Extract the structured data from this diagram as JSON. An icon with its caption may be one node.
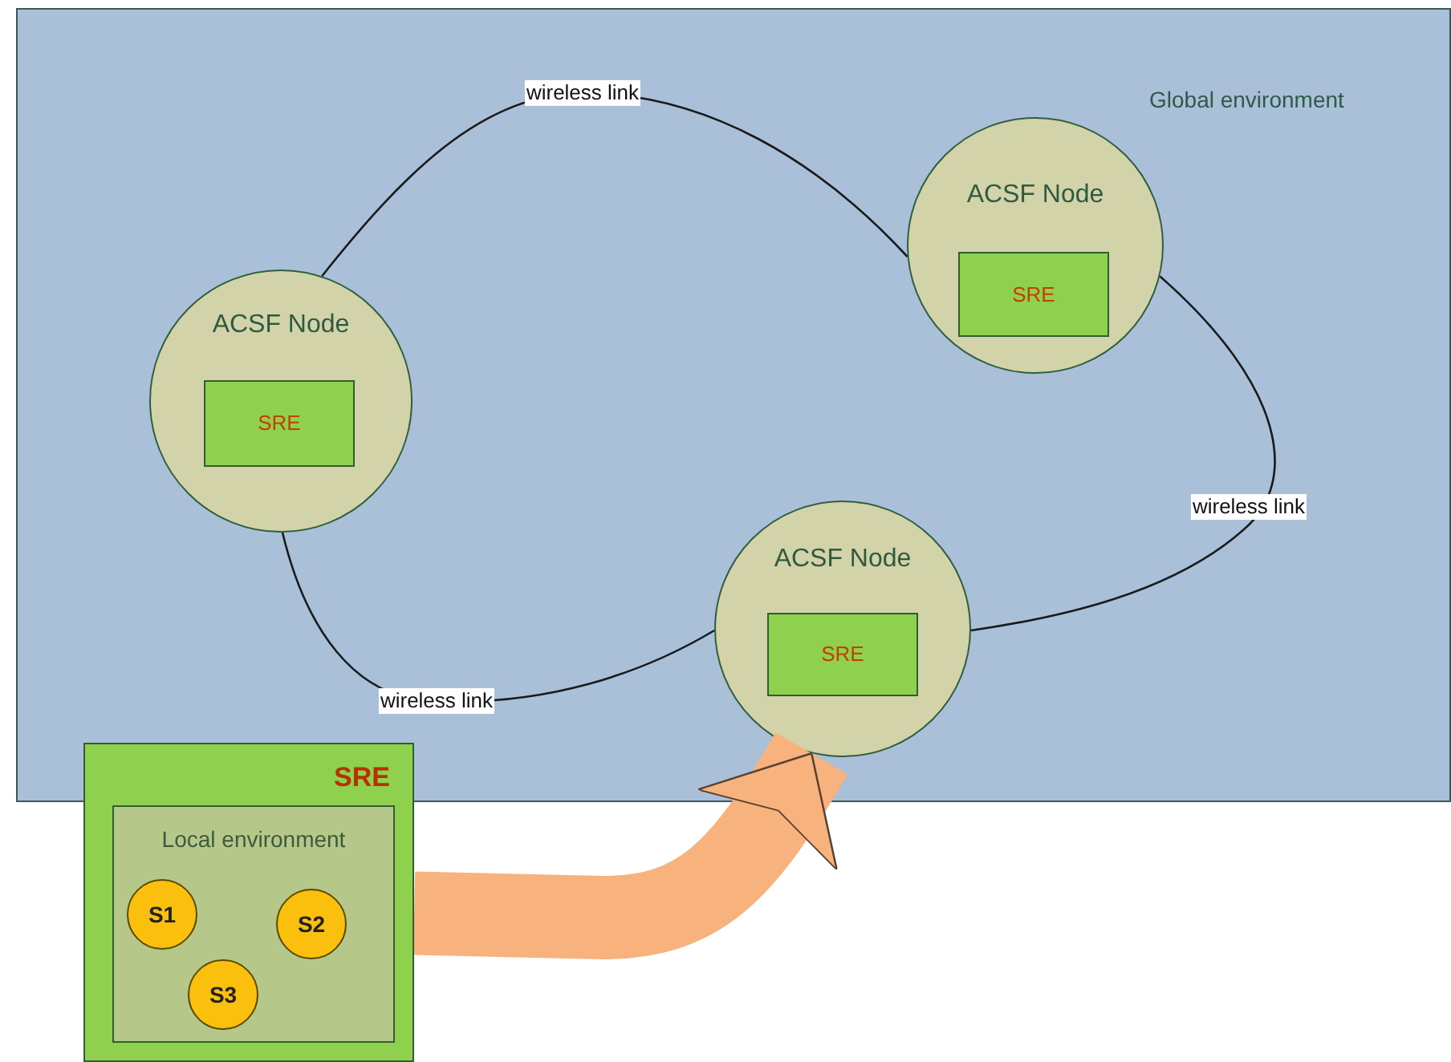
{
  "diagram": {
    "nodes": [
      {
        "text": [
          "Global environment"
        ]
      },
      {
        "text": [
          "ACSF Node"
        ],
        "in": 0
      },
      {
        "text": [
          "SRE"
        ],
        "in": 1
      },
      {
        "text": [
          "ACSF Node"
        ],
        "in": 0
      },
      {
        "text": [
          "SRE"
        ],
        "in": 3
      },
      {
        "text": [
          "ACSF Node"
        ],
        "in": 0
      },
      {
        "text": [
          "SRE"
        ],
        "in": 5
      },
      {
        "text": [
          "SRE"
        ]
      },
      {
        "text": [
          "Local environment"
        ],
        "in": 7
      },
      {
        "text": [
          "S1"
        ],
        "in": 8
      },
      {
        "text": [
          "S2"
        ],
        "in": 8
      },
      {
        "text": [
          "S3"
        ],
        "in": 8
      }
    ],
    "edges": [
      {
        "from": 1,
        "to": 3,
        "arrow": "none",
        "label": "wireless link"
      },
      {
        "from": 3,
        "to": 5,
        "arrow": "none",
        "label": "wireless link"
      },
      {
        "from": 1,
        "to": 5,
        "arrow": "none",
        "label": "wireless link"
      },
      {
        "from": 7,
        "to": 5,
        "arrow": "to",
        "style": "thick",
        "color": "#f7b27d"
      }
    ]
  }
}
